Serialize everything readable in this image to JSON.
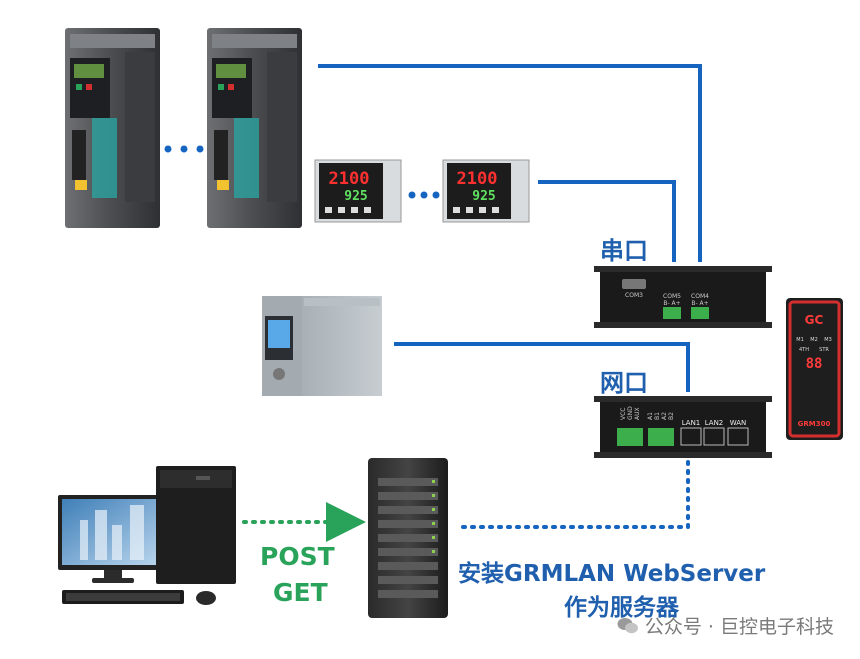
{
  "labels": {
    "serial": "串口",
    "network": "网口",
    "post": "POST",
    "get": "GET",
    "server_line1": "安装GRMLAN WebServer",
    "server_line2": "作为服务器",
    "watermark": "公众号 · 巨控电子科技"
  },
  "devices": {
    "controller_display_top": "2100",
    "controller_display_bottom": "925",
    "serial_gateway_ports": [
      "COM3",
      "COM5",
      "COM4"
    ],
    "serial_gateway_terminal": "B- A+",
    "lan_gateway_ports": [
      "LAN1",
      "LAN2",
      "WAN"
    ],
    "lan_gateway_terminals": [
      "VCC",
      "GND",
      "AUX",
      "A1",
      "B1",
      "A2",
      "B2"
    ],
    "brand_logo": "GC",
    "brand_model": "GRM300",
    "brand_leds": [
      "M1",
      "M2",
      "M3"
    ],
    "brand_leds2": [
      "4TH",
      "STR"
    ],
    "brand_digits": "88"
  },
  "colors": {
    "line_blue": "#1565c0",
    "text_blue": "#1f5fae",
    "arrow_green": "#2aa35a",
    "brand_red": "#d32f2f"
  }
}
